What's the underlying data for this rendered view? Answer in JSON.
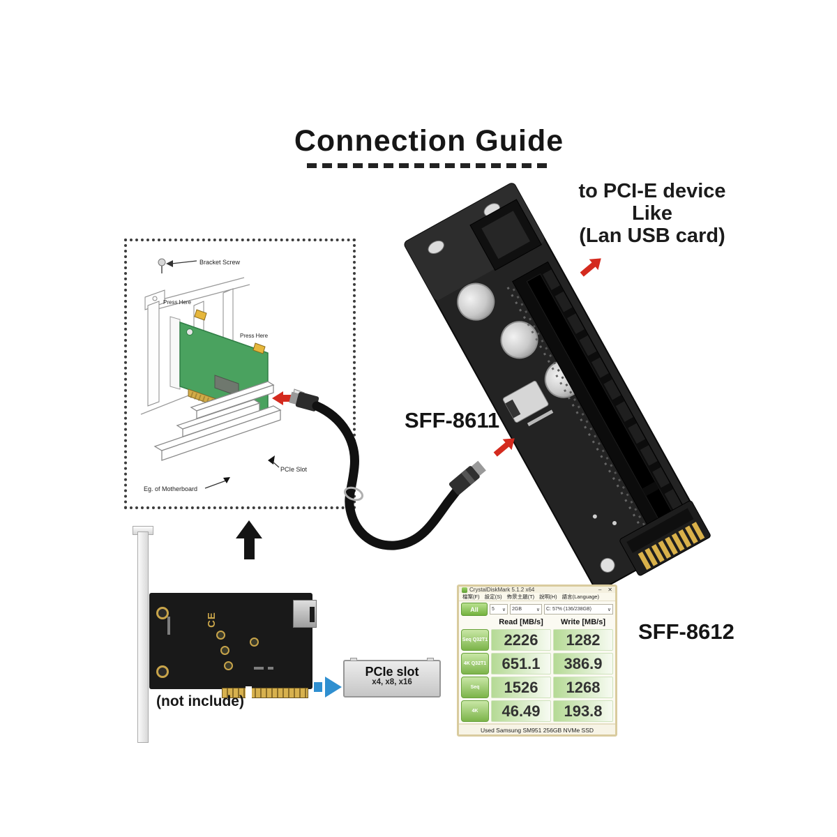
{
  "page": {
    "title": "Connection Guide"
  },
  "callouts": {
    "pcie_device_line1": "to PCI-E device",
    "pcie_device_line2": "Like",
    "pcie_device_line3": "(Lan USB card)",
    "sff8611": "SFF-8611",
    "sff8612": "SFF-8612",
    "not_include": "(not include)",
    "pcie_slot_title": "PCIe slot",
    "pcie_slot_sizes": "x4, x8, x16"
  },
  "install_diagram": {
    "bracket_screw": "Bracket Screw",
    "press_here_top": "Press Here",
    "press_here_right": "Press Here",
    "pcie_slot": "PCIe Slot",
    "motherboard": "Eg. of Motherboard"
  },
  "benchmark": {
    "window_title": "CrystalDiskMark 5.1.2 x64",
    "menu": [
      "檔案(F)",
      "設定(S)",
      "佈景主題(T)",
      "說明(H)",
      "語言(Language)"
    ],
    "all_button": "All",
    "test_count": "5",
    "test_size": "2GB",
    "target_drive": "C: 57% (136/238GB)",
    "read_header": "Read [MB/s]",
    "write_header": "Write [MB/s]",
    "rows": [
      {
        "label": "Seq Q32T1",
        "read": "2226",
        "write": "1282"
      },
      {
        "label": "4K Q32T1",
        "read": "651.1",
        "write": "386.9"
      },
      {
        "label": "Seq",
        "read": "1526",
        "write": "1268"
      },
      {
        "label": "4K",
        "read": "46.49",
        "write": "193.8"
      }
    ],
    "status_text": "Used Samsung SM951 256GB NVMe SSD"
  },
  "icons": {
    "dropdown": "∨",
    "minimize": "–",
    "close": "✕"
  },
  "colors": {
    "accent_red": "#d42a1e",
    "accent_blue": "#2f8fd0",
    "card_green": "#4aa25f",
    "gold": "#c8a44a",
    "cdm_green": "#7cb44a",
    "cdm_border": "#d9cb9e"
  },
  "chart_data": {
    "type": "table",
    "title": "CrystalDiskMark benchmark",
    "columns": [
      "Test",
      "Read [MB/s]",
      "Write [MB/s]"
    ],
    "rows": [
      [
        "Seq Q32T1",
        2226,
        1282
      ],
      [
        "4K Q32T1",
        651.1,
        386.9
      ],
      [
        "Seq",
        1526,
        1268
      ],
      [
        "4K",
        46.49,
        193.8
      ]
    ]
  }
}
